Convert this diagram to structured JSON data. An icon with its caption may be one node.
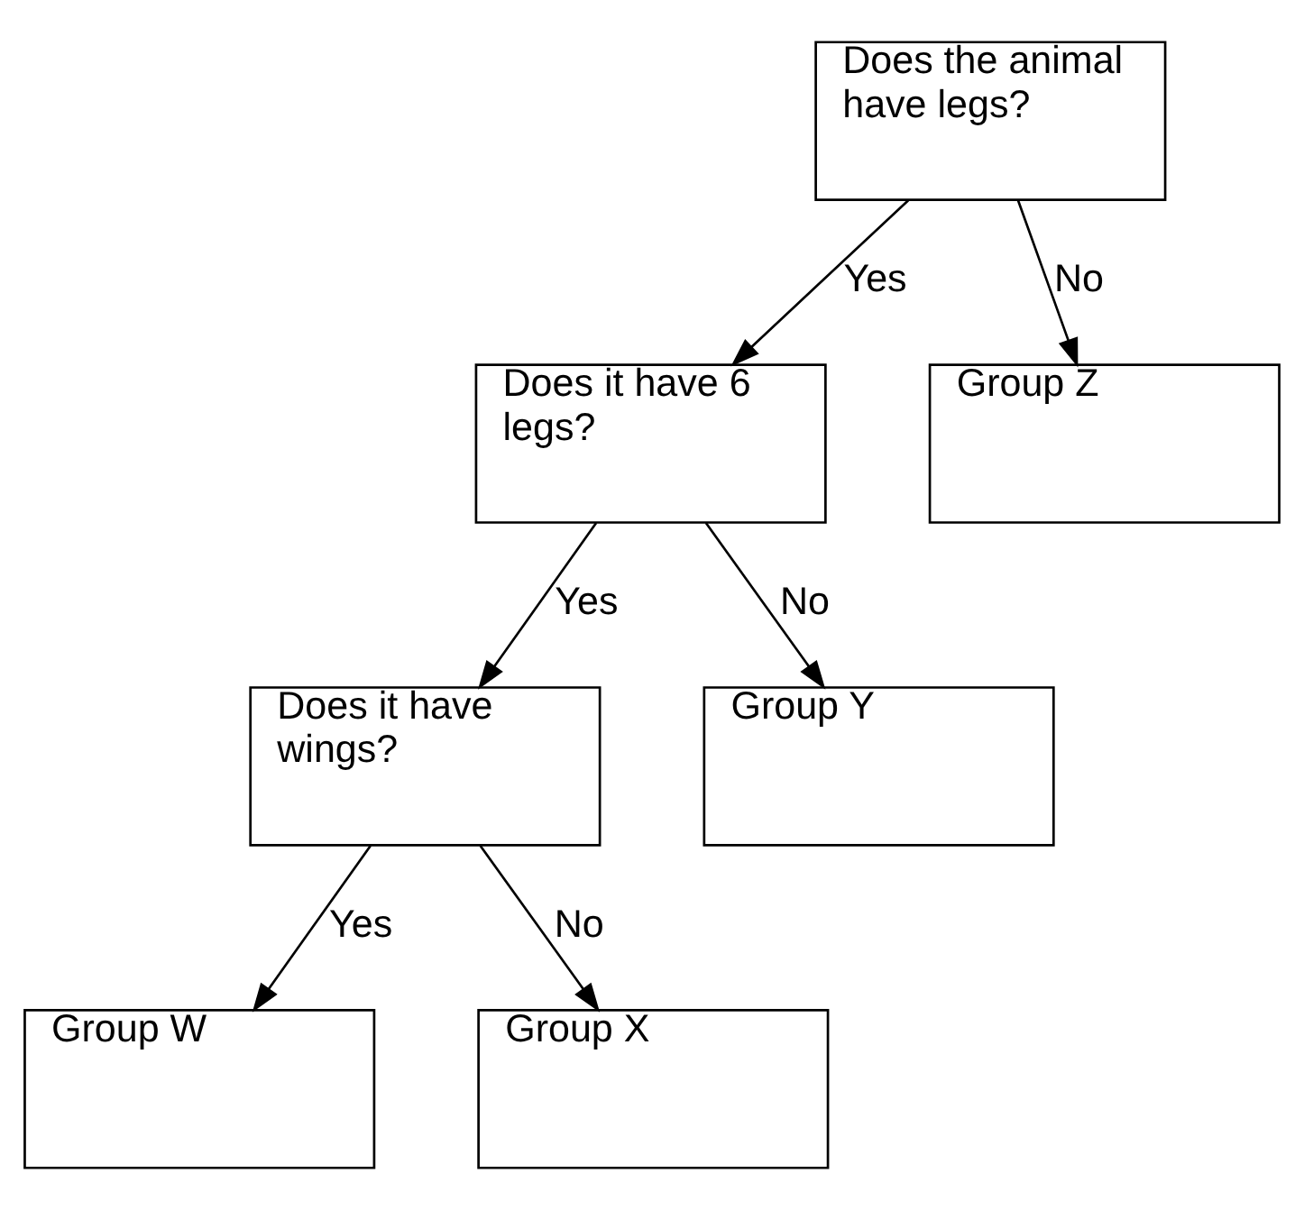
{
  "diagram": {
    "nodes": [
      {
        "text": [
          "Does the animal have legs?"
        ]
      },
      {
        "text": [
          "Does it have 6 legs?"
        ]
      },
      {
        "text": [
          "Group Z"
        ]
      },
      {
        "text": [
          "Does it have wings?"
        ]
      },
      {
        "text": [
          "Group Y"
        ]
      },
      {
        "text": [
          "Group W"
        ]
      },
      {
        "text": [
          "Group X"
        ]
      }
    ],
    "edges": [
      {
        "from": 0,
        "to": 1,
        "arrow": "to",
        "label": "Yes"
      },
      {
        "from": 0,
        "to": 2,
        "arrow": "to",
        "label": "No"
      },
      {
        "from": 1,
        "to": 3,
        "arrow": "to",
        "label": "Yes"
      },
      {
        "from": 1,
        "to": 4,
        "arrow": "to",
        "label": "No"
      },
      {
        "from": 3,
        "to": 5,
        "arrow": "to",
        "label": "Yes"
      },
      {
        "from": 3,
        "to": 6,
        "arrow": "to",
        "label": "No"
      }
    ]
  }
}
